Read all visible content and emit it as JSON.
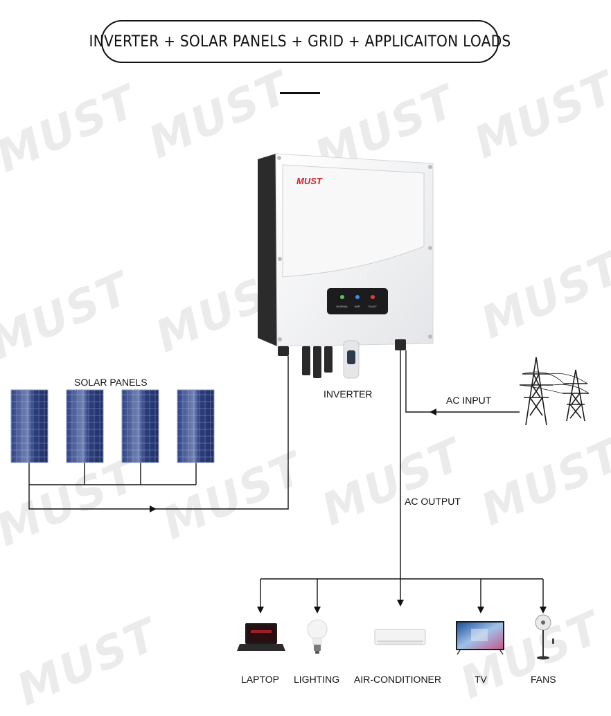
{
  "title": "INVERTER + SOLAR PANELS + GRID + APPLICAITON LOADS",
  "watermark": "MUST",
  "inverter": {
    "brand": "MUST",
    "label": "INVERTER",
    "indicators": [
      "NORMAL",
      "WIFI",
      "FAULT"
    ]
  },
  "solar": {
    "label": "SOLAR PANELS"
  },
  "grid": {
    "label": "AC INPUT"
  },
  "output": {
    "label": "AC OUTPUT"
  },
  "loads": [
    {
      "name": "LAPTOP",
      "icon": "laptop-icon"
    },
    {
      "name": "LIGHTING",
      "icon": "light-bulb-icon"
    },
    {
      "name": "AIR-CONDITIONER",
      "icon": "air-conditioner-icon"
    },
    {
      "name": "TV",
      "icon": "tv-icon"
    },
    {
      "name": "FANS",
      "icon": "fan-icon"
    }
  ],
  "colors": {
    "line": "#111111",
    "brand": "#d0202a",
    "panel": "#2a3c7a",
    "inverter_body": "#f1f1f3"
  }
}
